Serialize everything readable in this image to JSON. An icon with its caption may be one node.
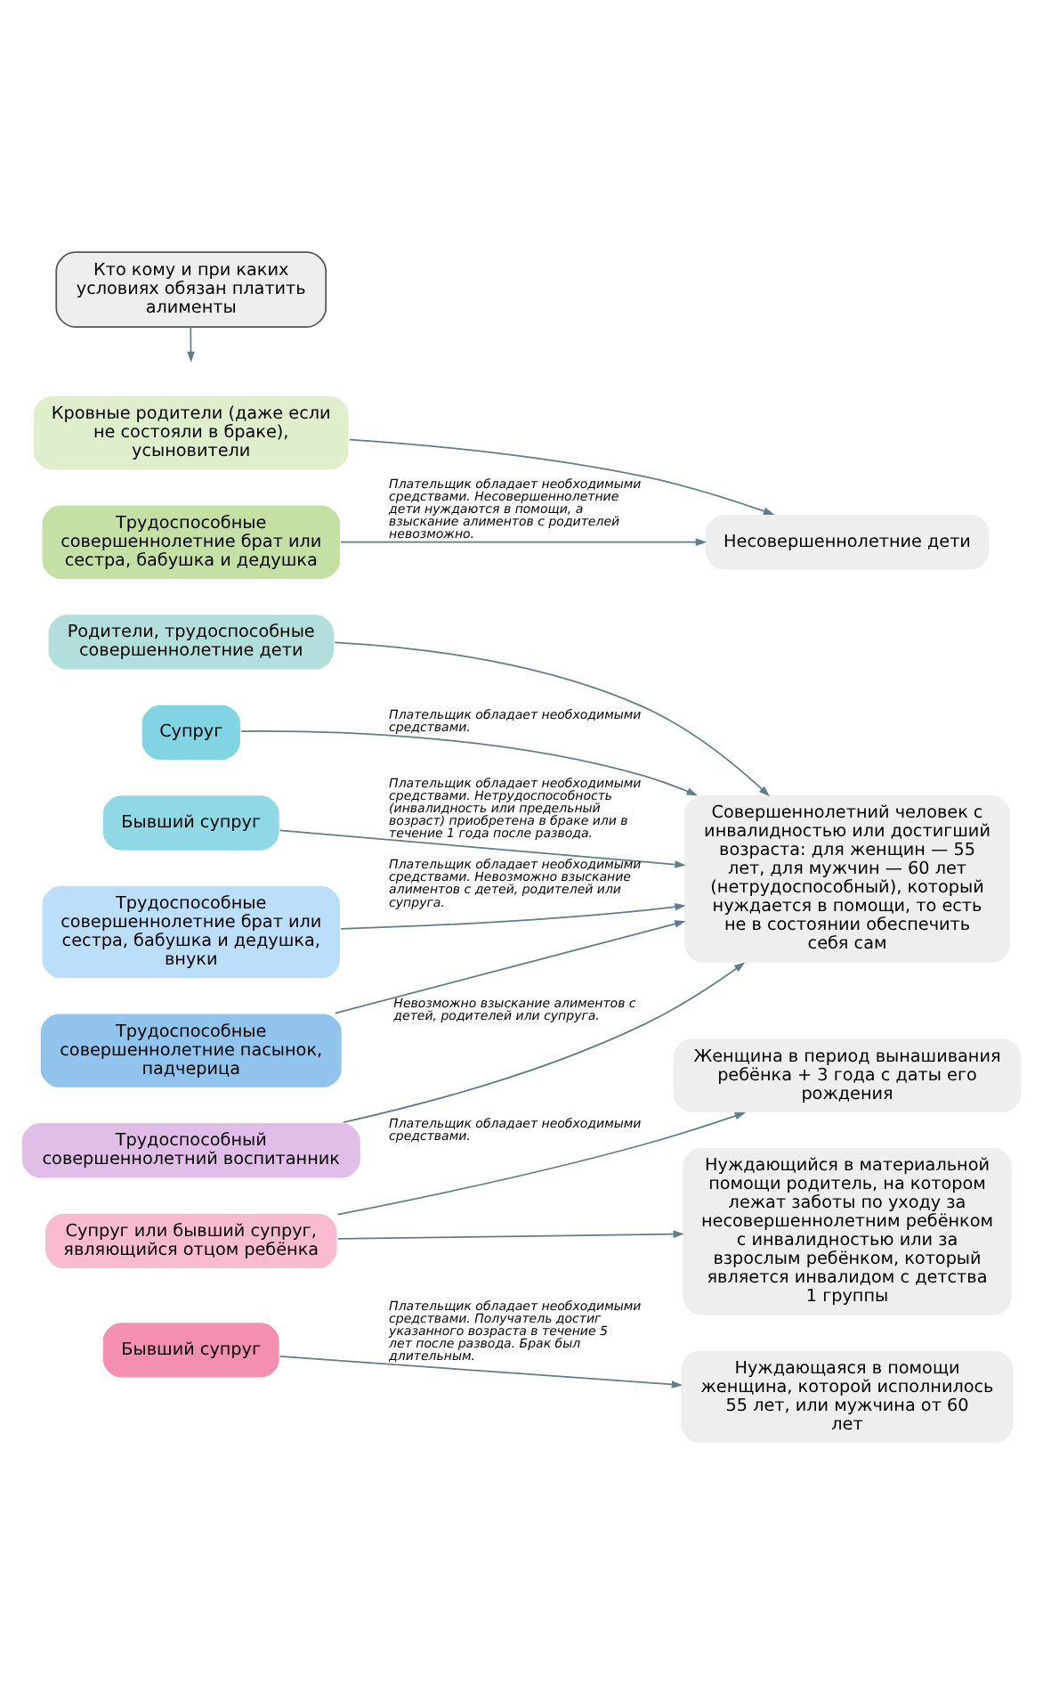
{
  "diagram": {
    "nodes": [
      {
        "text": [
          "Кто кому и при каких условиях обязан платить алименты"
        ]
      },
      {
        "text": [
          "Кровные родители (даже если не состояли в браке), усыновители"
        ]
      },
      {
        "text": [
          "Трудоспособные совершеннолетние брат или сестра, бабушка и дедушка"
        ]
      },
      {
        "text": [
          "Родители, трудоспособные совершеннолетние дети"
        ]
      },
      {
        "text": [
          "Супруг"
        ]
      },
      {
        "text": [
          "Бывший супруг"
        ]
      },
      {
        "text": [
          "Трудоспособные совершеннолетние брат или сестра, бабушка и дедушка, внуки"
        ]
      },
      {
        "text": [
          "Трудоспособные совершеннолетние пасынок, падчерица"
        ]
      },
      {
        "text": [
          "Трудоспособный совершеннолетний воспитанник"
        ]
      },
      {
        "text": [
          "Супруг или бывший супруг, являющийся отцом ребёнка"
        ]
      },
      {
        "text": [
          "Бывший супруг"
        ]
      },
      {
        "text": [
          "Несовершеннолетние дети"
        ]
      },
      {
        "text": [
          "Совершеннолетний человек с инвалидностью или достигший возраста: для женщин — 55 лет, для мужчин — 60 лет (нетрудоспособный), который нуждается в помощи, то есть не в состоянии обеспечить себя сам"
        ]
      },
      {
        "text": [
          "Женщина в период вынашивания ребёнка + 3 года с даты его рождения"
        ]
      },
      {
        "text": [
          "Нуждающийся в материальной помощи родитель, на котором лежат заботы по уходу за несовершеннолетним ребёнком с инвалидностью или за взрослым ребёнком, который является инвалидом с детства 1 группы"
        ]
      },
      {
        "text": [
          "Нуждающаяся в помощи женщина, которой исполнилось 55 лет, или мужчина от 60 лет"
        ]
      }
    ],
    "edges": [
      {
        "from": 0,
        "to": null,
        "arrow": "to"
      },
      {
        "from": 1,
        "to": 11,
        "arrow": "to"
      },
      {
        "from": 2,
        "to": 11,
        "arrow": "to",
        "label": "Плательщик обладает необходимыми средствами. Несовершеннолетние дети нуждаются в помощи, а взыскание алиментов с родителей невозможно."
      },
      {
        "from": 3,
        "to": 12,
        "arrow": "to"
      },
      {
        "from": 4,
        "to": 12,
        "arrow": "to",
        "label": "Плательщик обладает необходимыми средствами."
      },
      {
        "from": 5,
        "to": 12,
        "arrow": "to",
        "label": "Плательщик обладает необходимыми средствами. Нетрудоспособность (инвалидность или предельный возраст) приобретена в браке или в течение 1 года после развода."
      },
      {
        "from": 6,
        "to": 12,
        "arrow": "to",
        "label": "Плательщик обладает необходимыми средствами. Невозможно взыскание алиментов с детей, родителей или супруга."
      },
      {
        "from": 7,
        "to": 12,
        "arrow": "to"
      },
      {
        "from": 8,
        "to": 12,
        "arrow": "to",
        "label": "Невозможно взыскание алиментов с детей, родителей или супруга."
      },
      {
        "from": 9,
        "to": 13,
        "arrow": "to",
        "label": "Плательщик обладает необходимыми средствами."
      },
      {
        "from": 9,
        "to": 14,
        "arrow": "to"
      },
      {
        "from": 10,
        "to": 15,
        "arrow": "to",
        "label": "Плательщик обладает необходимыми средствами. Получатель достиг указанного возраста в течение 5 лет после развода. Брак был длительным."
      }
    ]
  }
}
